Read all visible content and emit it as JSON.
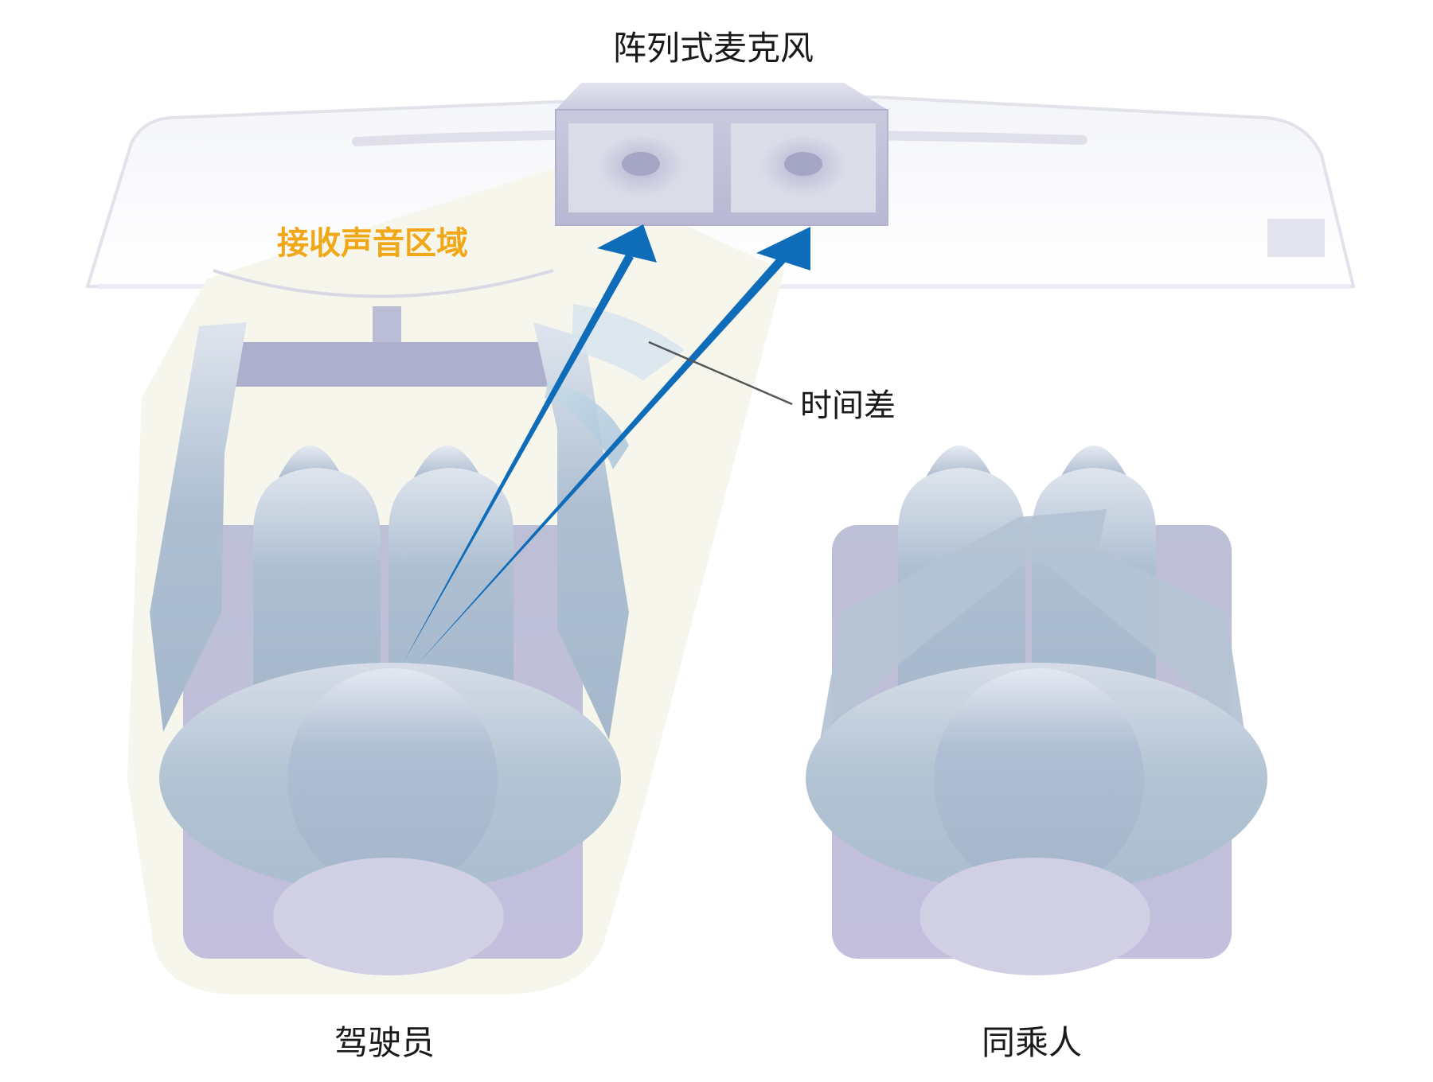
{
  "labels": {
    "microphone": "阵列式麦克风",
    "sound_zone": "接收声音区域",
    "time_difference": "时间差",
    "driver": "驾驶员",
    "passenger": "同乘人"
  },
  "colors": {
    "zone_text": "#f0a818",
    "arrow": "#0f6cb8",
    "body": "#a9bacd",
    "seat": "#bcbcd8",
    "zone_fill": "#f6f5e9"
  }
}
